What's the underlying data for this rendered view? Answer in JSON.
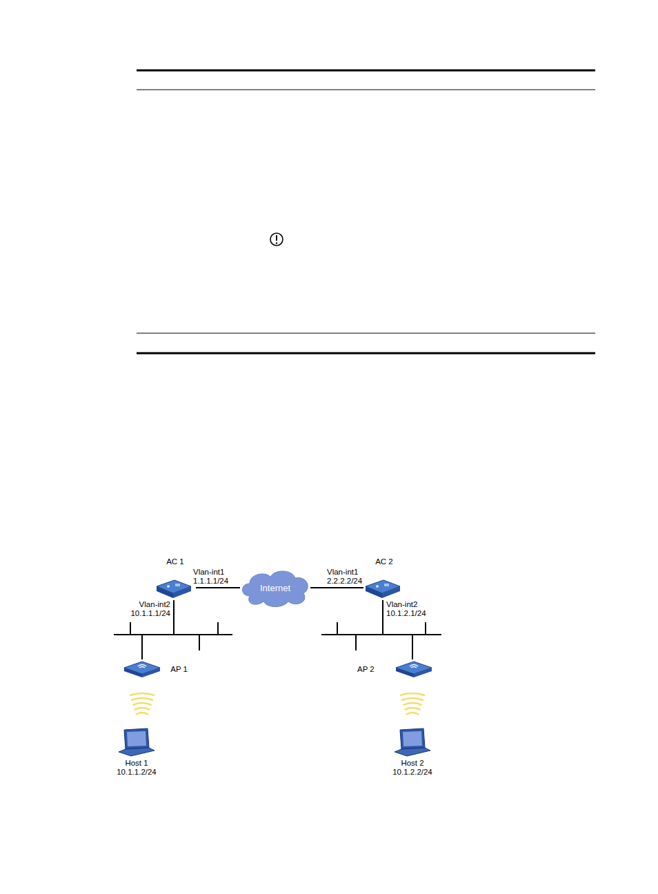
{
  "diagram": {
    "nodes": [
      {
        "text": [
          "AC 1"
        ]
      },
      {
        "text": [
          "Internet"
        ]
      },
      {
        "text": [
          "AC 2"
        ]
      },
      {
        "text": [
          "AP 1"
        ]
      },
      {
        "text": [
          "AP 2"
        ]
      },
      {
        "text": [
          "Host 1",
          "10.1.1.2/24"
        ]
      },
      {
        "text": [
          "Host 2",
          "10.1.2.2/24"
        ]
      }
    ],
    "edges": [
      {
        "from": 0,
        "to": 1,
        "arrow": "none"
      },
      {
        "from": 1,
        "to": 2,
        "arrow": "none"
      },
      {
        "from": 0,
        "to": 3,
        "arrow": "none"
      },
      {
        "from": 2,
        "to": 4,
        "arrow": "none"
      }
    ],
    "labels": [
      "Vlan-int1 1.1.1.1/24",
      "Vlan-int2 10.1.1.1/24",
      "Vlan-int1 2.2.2.2/24",
      "Vlan-int2 10.1.2.1/24"
    ]
  }
}
